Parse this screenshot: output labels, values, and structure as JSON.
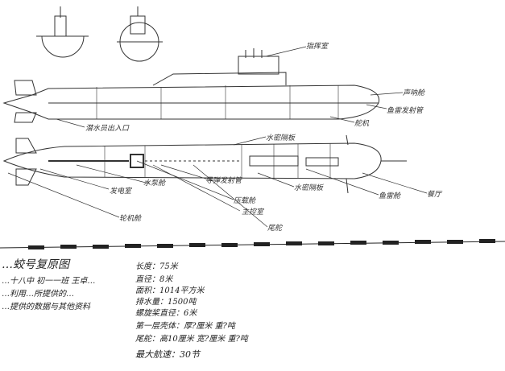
{
  "title": "…蛟号复原图",
  "notes": [
    "…十八中 初一一班 王卓…",
    "…利用…所提供的…",
    "…提供的数据与其他资料"
  ],
  "specs": [
    "长度：75米",
    "直径：8米",
    "面积：1014平方米",
    "排水量：1500吨",
    "螺旋桨直径：6米",
    "第一层壳体：厚?厘米 重?吨",
    "尾舵：高10厘米 宽?厘米 重?吨",
    "最大航速：30节"
  ],
  "side_labels": {
    "conning": "指挥室",
    "bow1": "声呐舱",
    "bow2": "鱼雷发射管",
    "keel": "舵机",
    "hatch": "潜水员出入口"
  },
  "plan_labels": {
    "bulkhead_top": "水密隔板",
    "generator": "发电室",
    "pump": "水泵舱",
    "missile": "导弹发射管",
    "ballast": "压载舱",
    "control": "主控室",
    "rudder": "尾舵",
    "engine": "轮机舱",
    "bulkhead": "水密隔板",
    "torpedo": "鱼雷舱",
    "mess": "餐厅"
  }
}
